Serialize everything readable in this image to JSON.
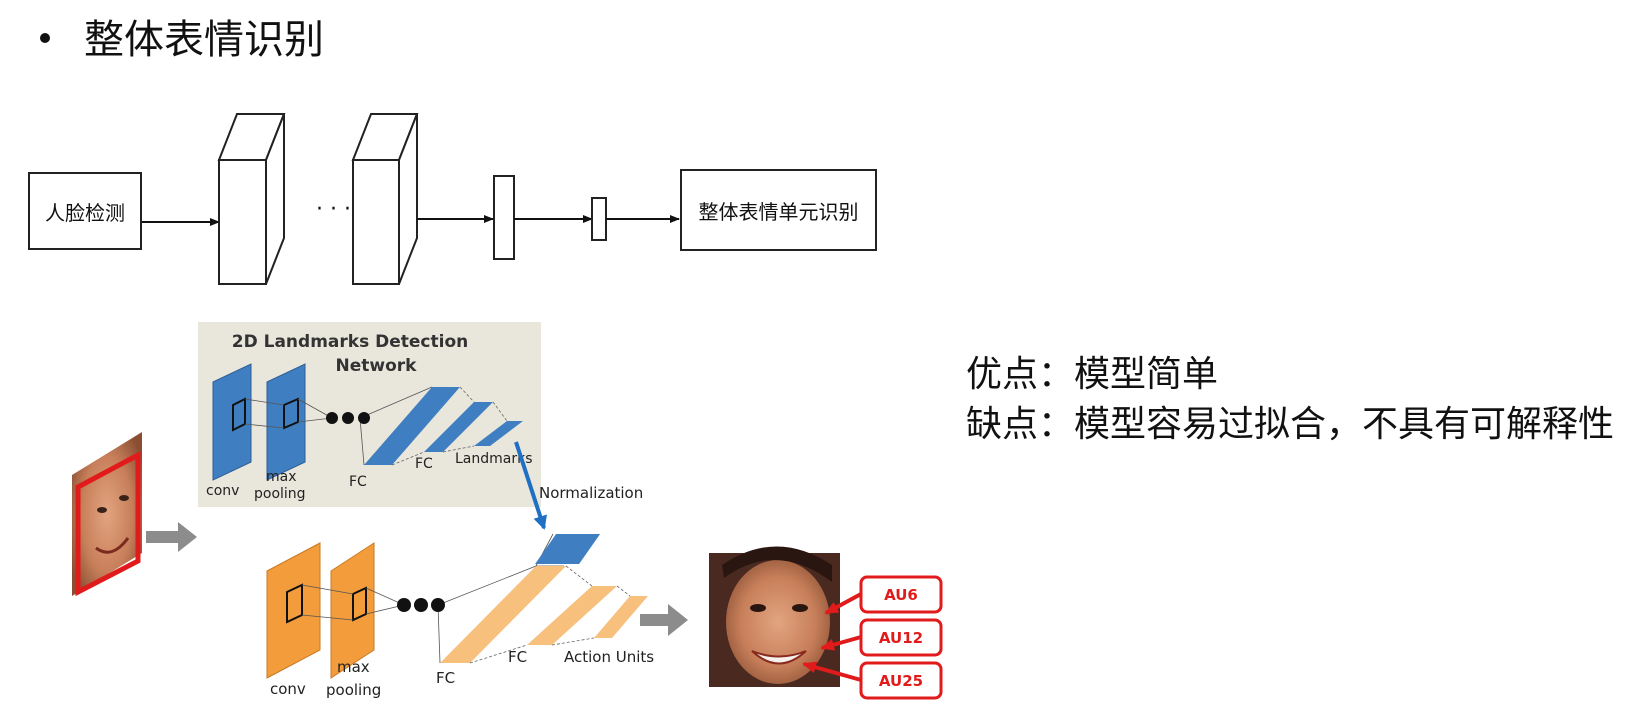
{
  "heading": "整体表情识别",
  "pipeline": {
    "input_box": "人脸检测",
    "ellipsis": "· · ·",
    "output_box": "整体表情单元识别"
  },
  "landmark_panel": {
    "title_line1": "2D Landmarks Detection",
    "title_line2": "Network",
    "conv": "conv",
    "max": "max",
    "pooling": "pooling",
    "fc1": "FC",
    "fc2": "FC",
    "landmarks": "Landmarks",
    "bg_color": "#e9e6dc",
    "block_color": "#3f7fc1"
  },
  "au_network": {
    "normalization": "Normalization",
    "conv": "conv",
    "max": "max",
    "pooling": "pooling",
    "fc1": "FC",
    "fc2": "FC",
    "action_units": "Action Units",
    "block_color": "#f29c3c",
    "fc_color": "#f8c07d"
  },
  "au_labels": [
    "AU6",
    "AU12",
    "AU25"
  ],
  "au_color": "#e11b1b",
  "pros": "优点：模型简单",
  "cons": "缺点：模型容易过拟合，不具有可解释性"
}
